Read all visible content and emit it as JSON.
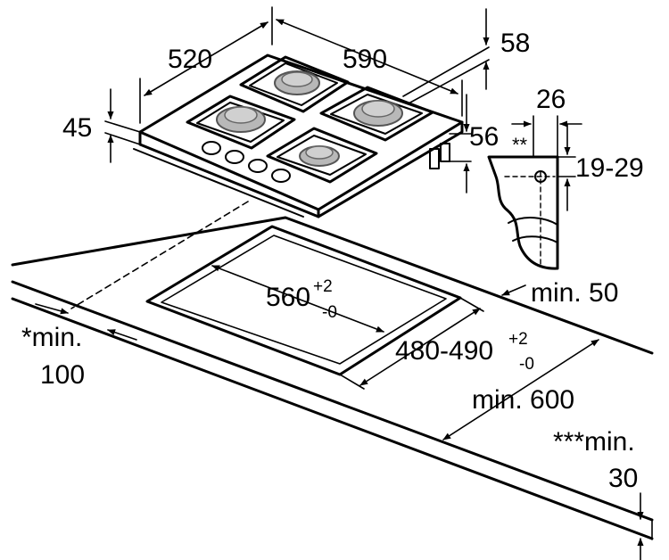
{
  "colors": {
    "line": "#000000",
    "background": "#ffffff",
    "burner_fill": "#b8b8b8",
    "burner_edge": "#666666"
  },
  "icons": [
    "arrow-icon"
  ],
  "labels": {
    "w_520": "520",
    "w_590": "590",
    "h_58": "58",
    "h_45": "45",
    "h_56": "56",
    "b_26": "26",
    "b_star2": "**",
    "b_19_29": "19-29",
    "cut_560": "560",
    "cut_560_tol_plus": "+2",
    "cut_560_tol_minus": "-0",
    "cut_480": "480-490",
    "cut_480_tol_plus": "+2",
    "cut_480_tol_minus": "-0",
    "min_50": "min. 50",
    "min_600": "min. 600",
    "min_100_a": "*min.",
    "min_100_b": "100",
    "min_30_a": "***min.",
    "min_30_b": "30"
  }
}
